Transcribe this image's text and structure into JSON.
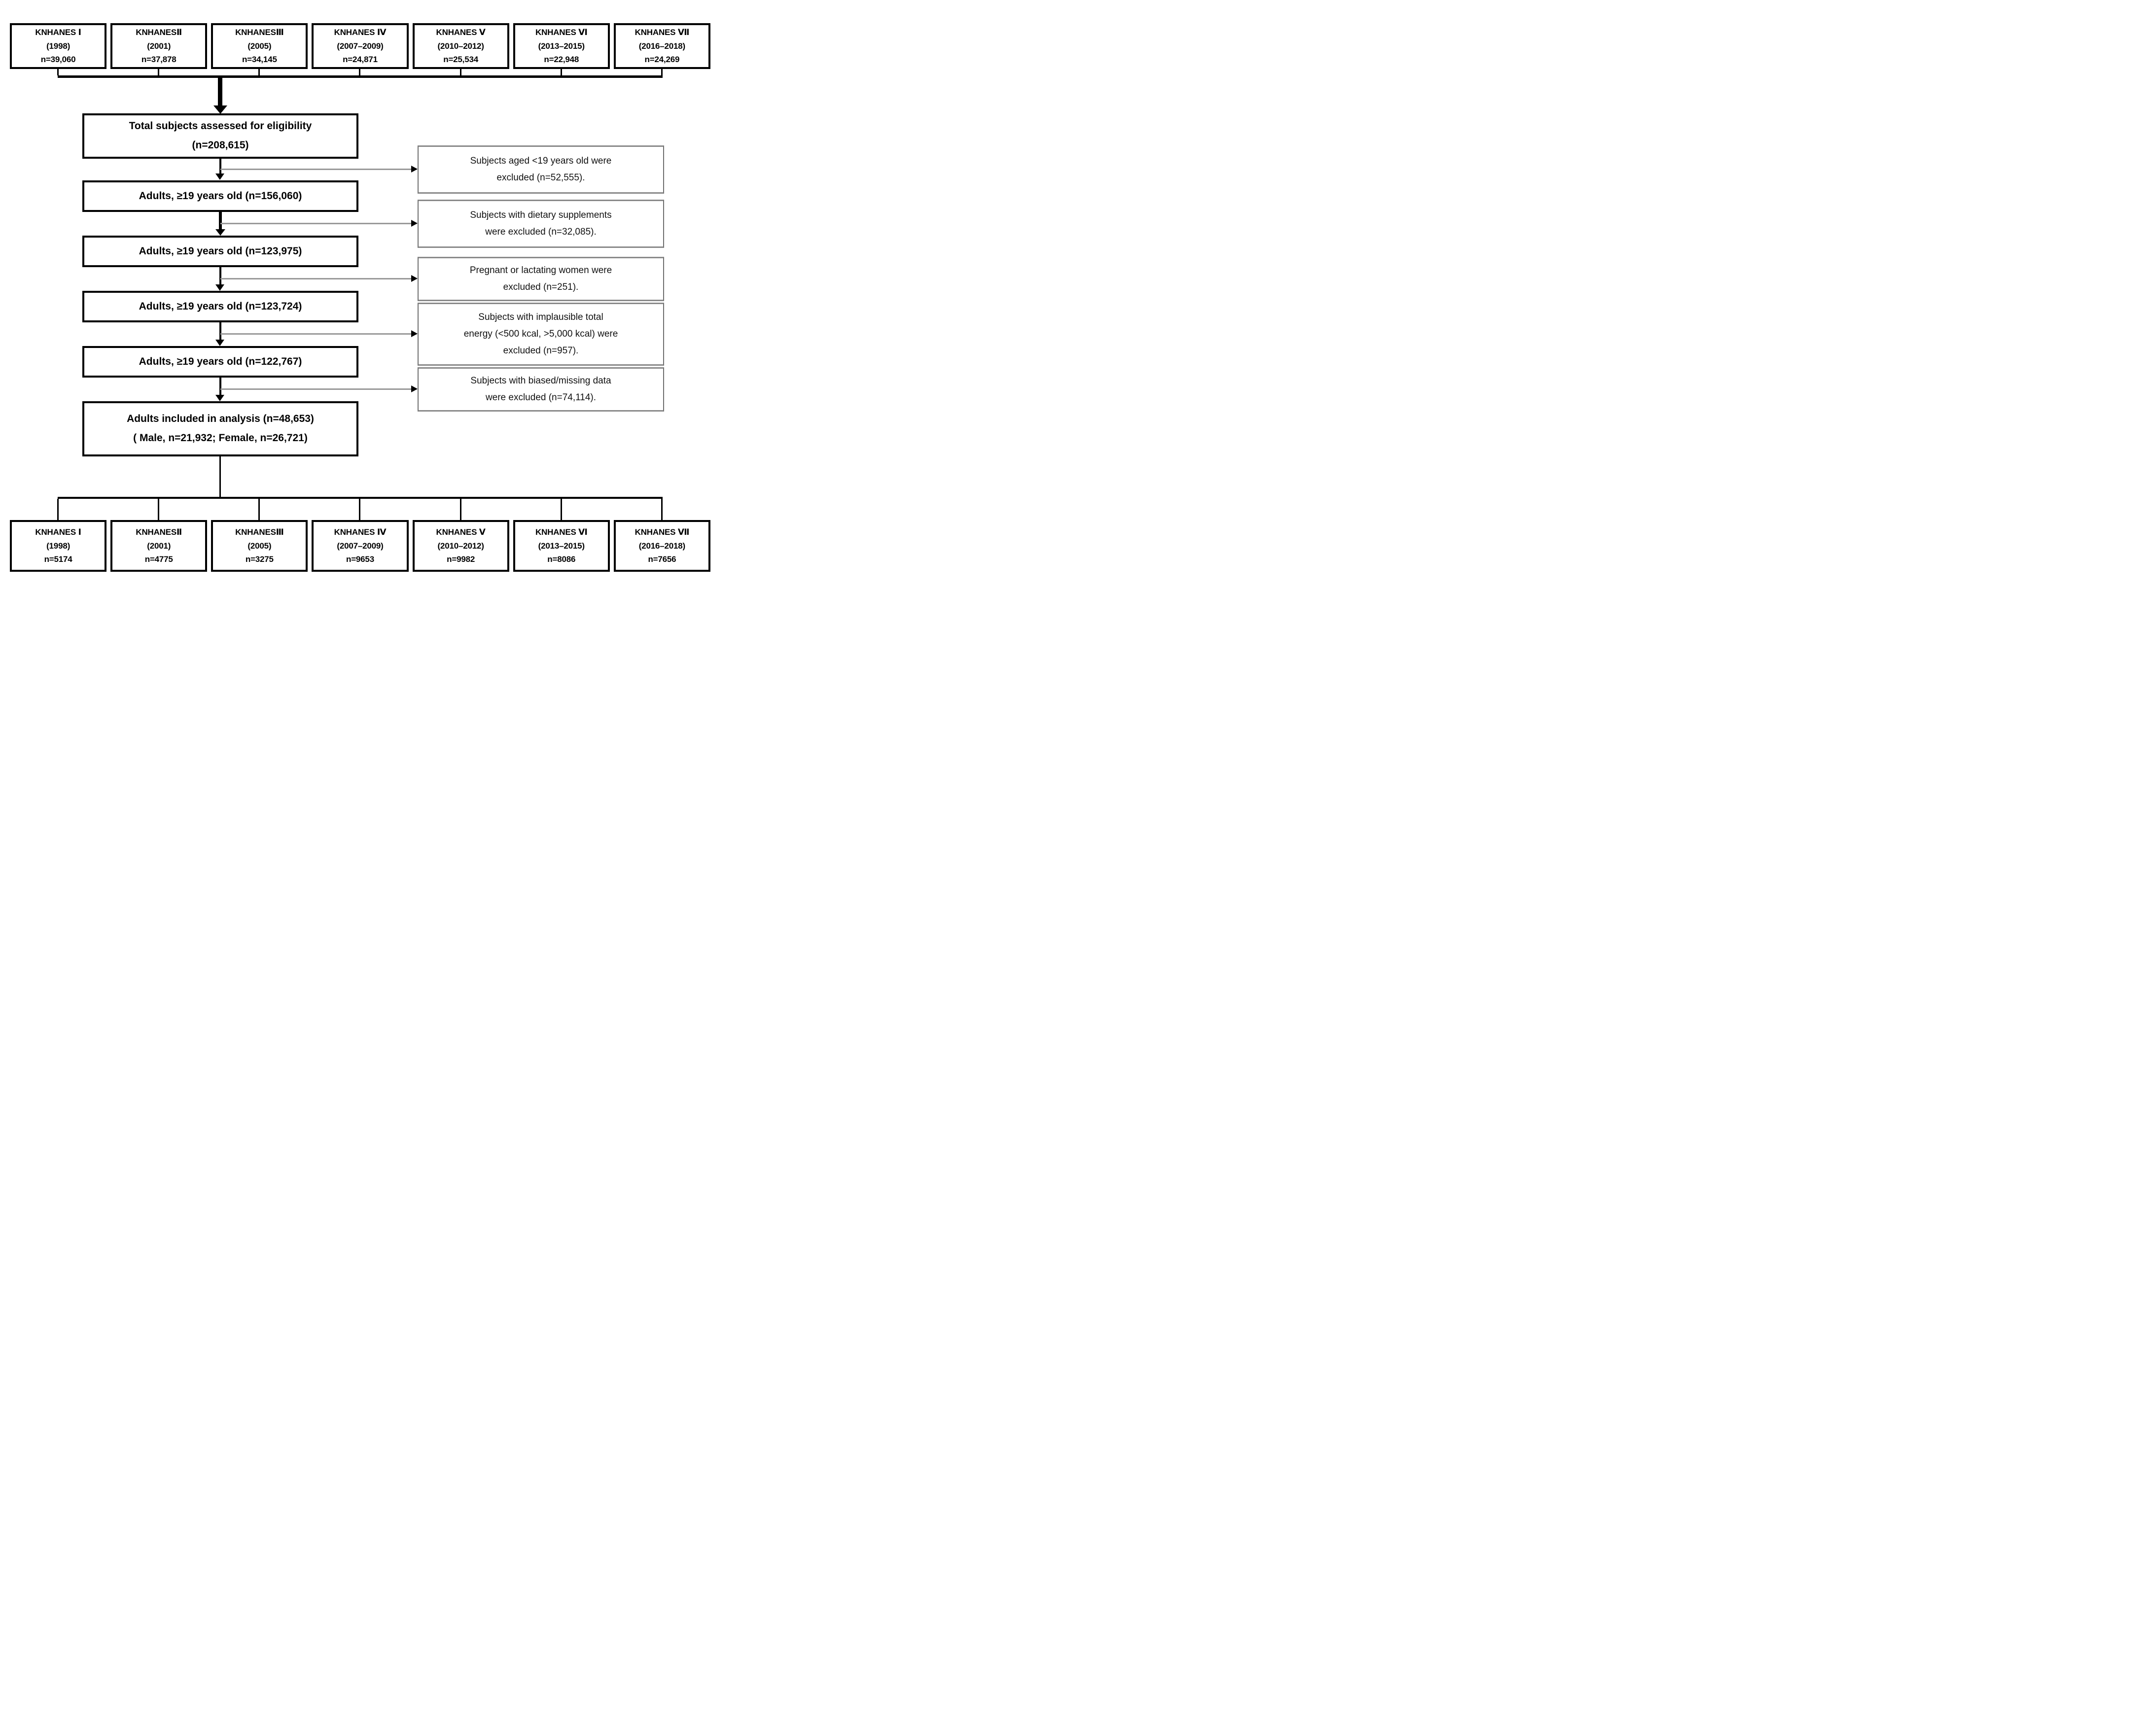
{
  "top_row": [
    {
      "lines": [
        "KNHANES Ⅰ",
        "(1998)",
        "n=39,060"
      ]
    },
    {
      "lines": [
        "KNHANESⅡ",
        "(2001)",
        "n=37,878"
      ]
    },
    {
      "lines": [
        "KNHANESⅢ",
        "(2005)",
        "n=34,145"
      ]
    },
    {
      "lines": [
        "KNHANES Ⅳ",
        "(2007–2009)",
        "n=24,871"
      ]
    },
    {
      "lines": [
        "KNHANES Ⅴ",
        "(2010–2012)",
        "n=25,534"
      ]
    },
    {
      "lines": [
        "KNHANES Ⅵ",
        "(2013–2015)",
        "n=22,948"
      ]
    },
    {
      "lines": [
        "KNHANES Ⅶ",
        "(2016–2018)",
        "n=24,269"
      ]
    }
  ],
  "flow": [
    {
      "lines": [
        "Total subjects assessed for eligibility",
        "(n=208,615)"
      ]
    },
    {
      "lines": [
        "Adults, ≥19 years old (n=156,060)"
      ]
    },
    {
      "lines": [
        "Adults, ≥19 years old (n=123,975)"
      ]
    },
    {
      "lines": [
        "Adults, ≥19 years old (n=123,724)"
      ]
    },
    {
      "lines": [
        "Adults, ≥19 years old (n=122,767)"
      ]
    },
    {
      "lines": [
        "Adults included in analysis (n=48,653)",
        "( Male, n=21,932; Female, n=26,721)"
      ]
    }
  ],
  "exclusions": [
    {
      "lines": [
        "Subjects aged <19 years old were",
        "excluded (n=52,555)."
      ]
    },
    {
      "lines": [
        "Subjects with dietary supplements",
        "were excluded (n=32,085)."
      ]
    },
    {
      "lines": [
        "Pregnant or lactating women were",
        "excluded (n=251)."
      ]
    },
    {
      "lines": [
        "Subjects with implausible total",
        "energy (<500 kcal, >5,000 kcal) were",
        "excluded (n=957)."
      ]
    },
    {
      "lines": [
        "Subjects with biased/missing data",
        "were excluded (n=74,114)."
      ]
    }
  ],
  "bottom_row": [
    {
      "lines": [
        "KNHANES Ⅰ",
        "(1998)",
        "n=5174"
      ]
    },
    {
      "lines": [
        "KNHANESⅡ",
        "(2001)",
        "n=4775"
      ]
    },
    {
      "lines": [
        "KNHANESⅢ",
        "(2005)",
        "n=3275"
      ]
    },
    {
      "lines": [
        "KNHANES Ⅳ",
        "(2007–2009)",
        "n=9653"
      ]
    },
    {
      "lines": [
        "KNHANES Ⅴ",
        "(2010–2012)",
        "n=9982"
      ]
    },
    {
      "lines": [
        "KNHANES Ⅵ",
        "(2013–2015)",
        "n=8086"
      ]
    },
    {
      "lines": [
        "KNHANES Ⅶ",
        "(2016–2018)",
        "n=7656"
      ]
    }
  ],
  "colors": {
    "box_border": "#000000",
    "exclusion_border": "#6e6e6e",
    "branch_line": "#9a9a9a",
    "arrow": "#000000",
    "background": "#ffffff"
  }
}
